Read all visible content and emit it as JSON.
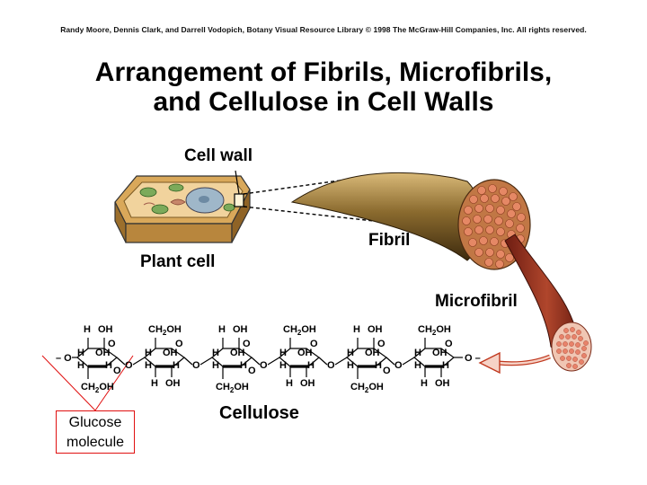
{
  "credit": "Randy Moore, Dennis Clark, and Darrell Vodopich, Botany Visual Resource Library © 1998 The McGraw-Hill Companies, Inc. All rights reserved.",
  "title_line1": "Arrangement of Fibrils, Microfibrils,",
  "title_line2": "and Cellulose in Cell Walls",
  "labels": {
    "cell_wall": "Cell wall",
    "plant_cell": "Plant cell",
    "fibril": "Fibril",
    "microfibril": "Microfibril",
    "cellulose": "Cellulose"
  },
  "callout": {
    "line1": "Glucose",
    "line2": "molecule"
  },
  "chem": {
    "H": "H",
    "OH": "OH",
    "O": "O",
    "CH2OH": "CH",
    "sub2": "2",
    "OHsuffix": "OH",
    "chain_end_left": "– O",
    "chain_end_right": "O –"
  }
}
